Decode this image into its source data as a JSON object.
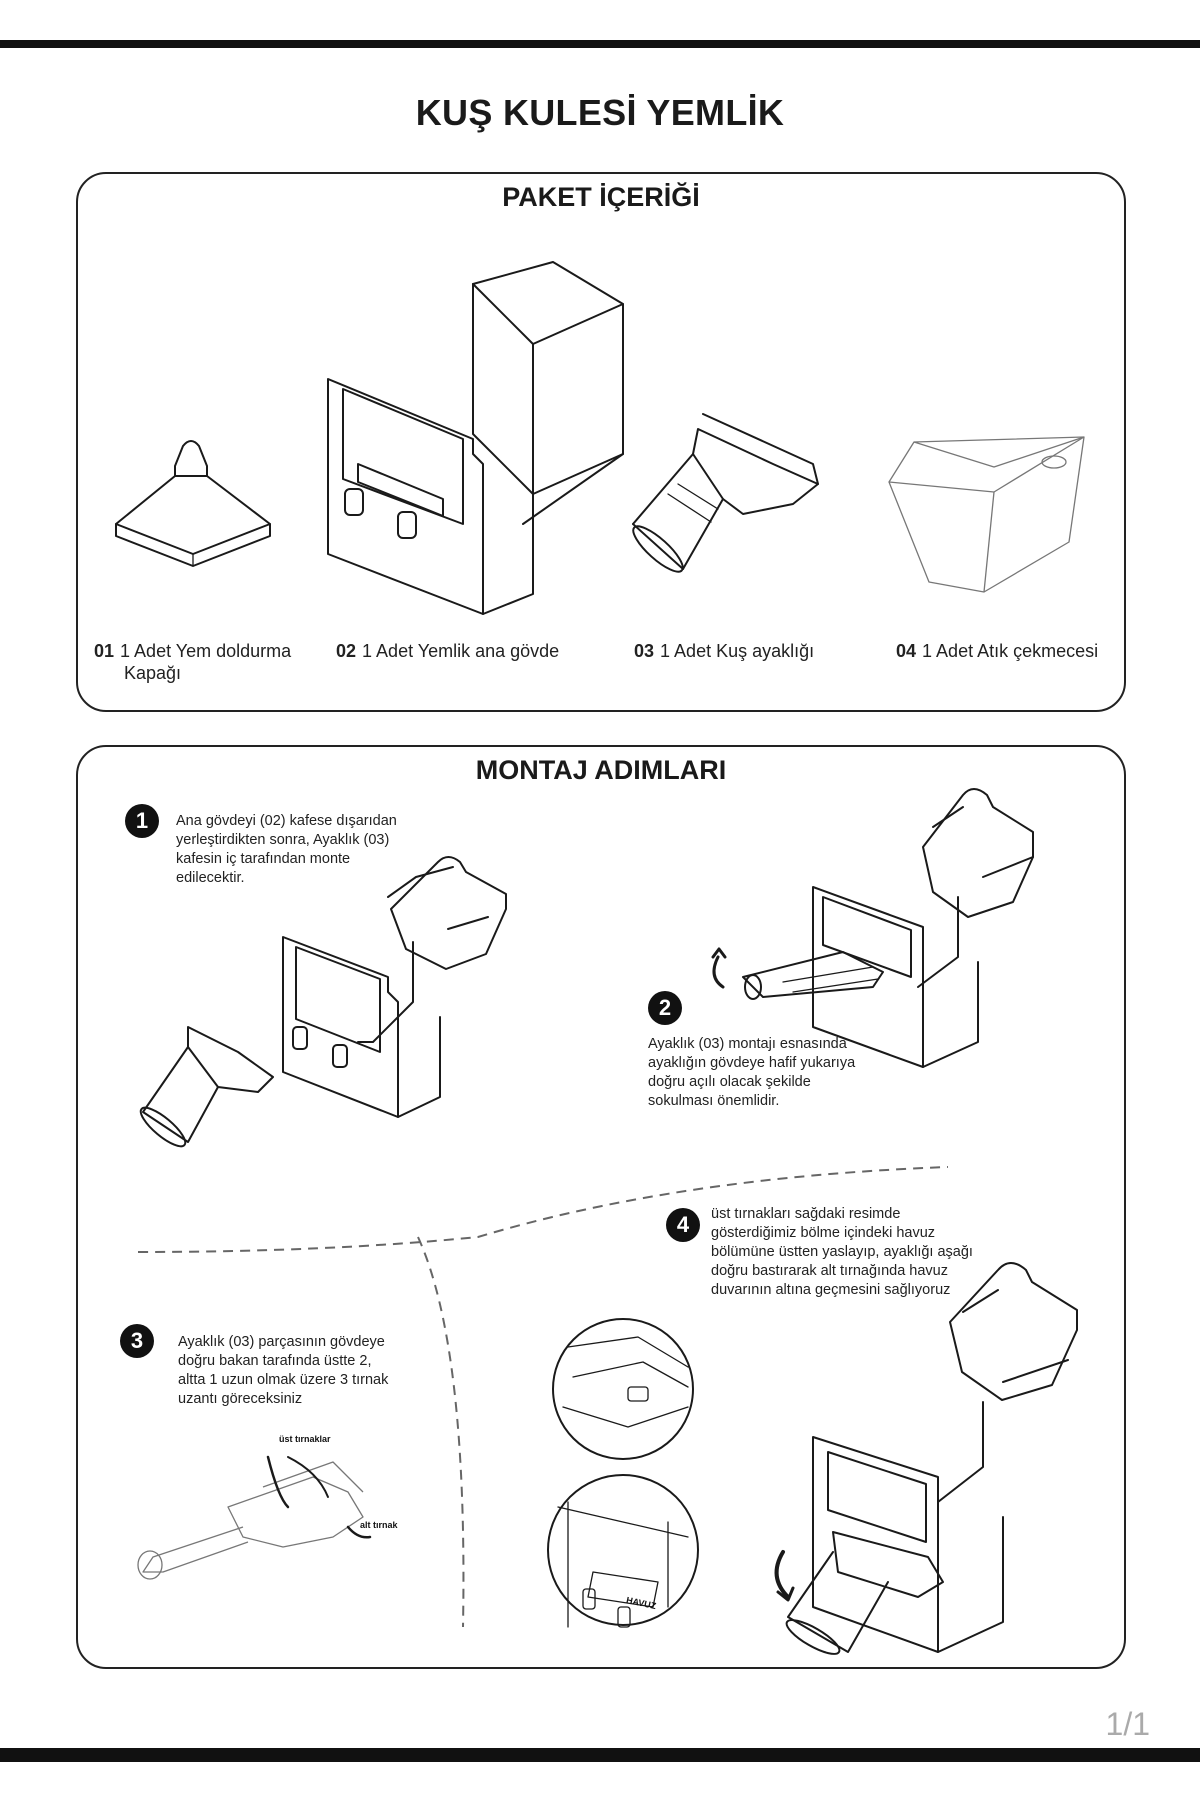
{
  "title": "KUŞ KULESİ YEMLİK",
  "package": {
    "heading": "PAKET İÇERİĞİ",
    "items": [
      {
        "num": "01",
        "label": "1 Adet Yem doldurma",
        "label2": "Kapağı",
        "icon": "feed-fill-cap-icon"
      },
      {
        "num": "02",
        "label": "1 Adet Yemlik ana gövde",
        "icon": "feeder-main-body-icon"
      },
      {
        "num": "03",
        "label": "1 Adet Kuş ayaklığı",
        "icon": "bird-perch-icon"
      },
      {
        "num": "04",
        "label": "1 Adet Atık çekmecesi",
        "icon": "waste-drawer-icon"
      }
    ]
  },
  "assembly": {
    "heading": "MONTAJ ADIMLARI",
    "steps": [
      {
        "num": "1",
        "lines": [
          "Ana gövdeyi (02) kafese dışarıdan",
          "yerleştirdikten sonra, Ayaklık (03)",
          "kafesin iç tarafından monte",
          "edilecektir."
        ]
      },
      {
        "num": "2",
        "lines": [
          "Ayaklık (03) montajı esnasında",
          "ayaklığın gövdeye hafif yukarıya",
          "doğru açılı olacak şekilde",
          "sokulması önemlidir."
        ]
      },
      {
        "num": "3",
        "lines": [
          "Ayaklık (03) parçasının gövdeye",
          "doğru bakan tarafında üstte 2,",
          "altta 1 uzun olmak üzere 3 tırnak",
          "uzantı göreceksiniz"
        ]
      },
      {
        "num": "4",
        "lines": [
          "üst tırnakları sağdaki resimde",
          "gösterdiğimiz bölme içindeki havuz",
          "bölümüne üstten yaslayıp, ayaklığı aşağı",
          "doğru bastırarak alt tırnağında havuz",
          "duvarının altına geçmesini sağlıyoruz"
        ]
      }
    ],
    "labels": {
      "upper_tabs": "üst tırnaklar",
      "lower_tab": "alt tırnak",
      "pool": "HAVUZ"
    }
  },
  "page_number": "1/1"
}
